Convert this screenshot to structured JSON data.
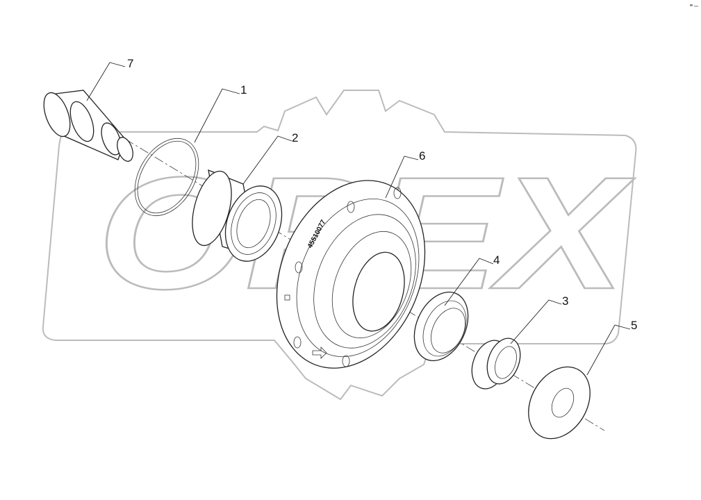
{
  "diagram": {
    "part_number_stamp": "45510077",
    "watermark": "OPEX",
    "callouts": [
      {
        "id": "7",
        "label": "7"
      },
      {
        "id": "1",
        "label": "1"
      },
      {
        "id": "2",
        "label": "2"
      },
      {
        "id": "6",
        "label": "6"
      },
      {
        "id": "4",
        "label": "4"
      },
      {
        "id": "3",
        "label": "3"
      },
      {
        "id": "5",
        "label": "5"
      }
    ]
  },
  "colors": {
    "line": "#222222",
    "watermark": "#bbbbbb"
  }
}
